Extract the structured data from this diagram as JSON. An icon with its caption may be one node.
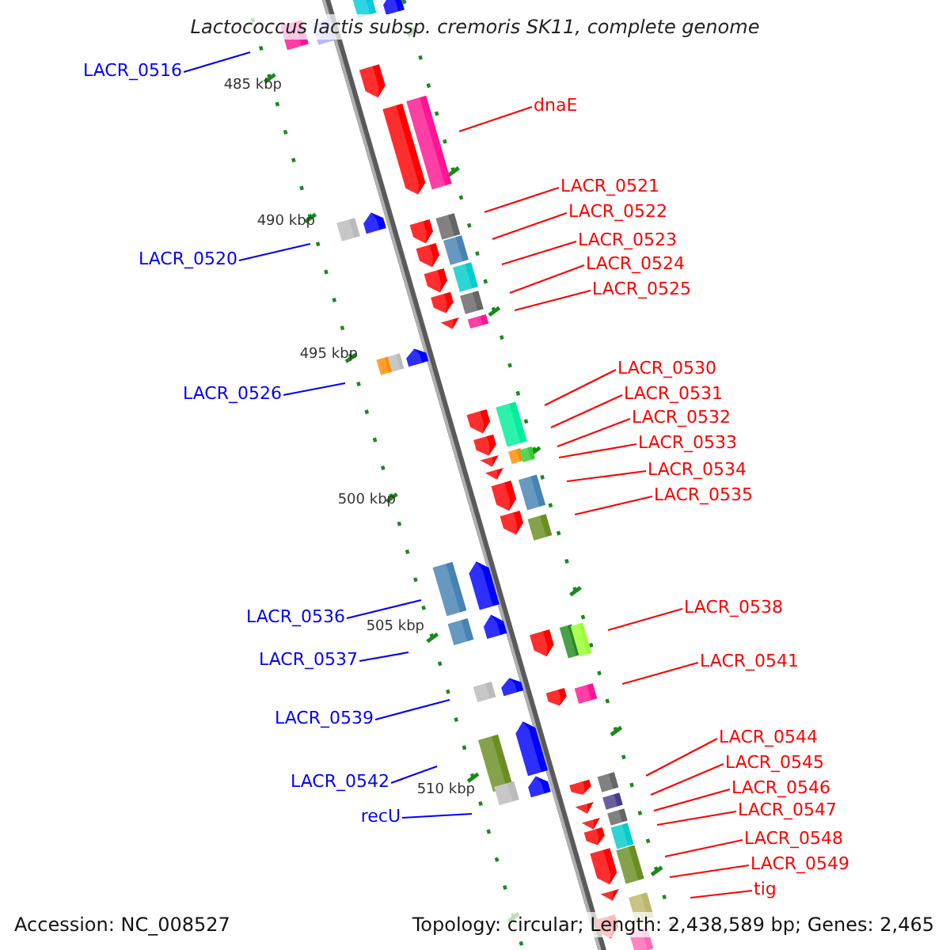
{
  "diagram": {
    "title": "Lactococcus lactis subsp. cremoris SK11, complete genome",
    "nodes": [
      {
        "text": [
          "LACR_0516"
        ]
      },
      {
        "text": [
          "dnaE"
        ]
      },
      {
        "text": [
          "LACR_0521"
        ]
      },
      {
        "text": [
          "LACR_0522"
        ]
      },
      {
        "text": [
          "LACR_0523"
        ]
      },
      {
        "text": [
          "LACR_0520"
        ]
      },
      {
        "text": [
          "LACR_0524"
        ]
      },
      {
        "text": [
          "LACR_0525"
        ]
      },
      {
        "text": [
          "LACR_0530"
        ]
      },
      {
        "text": [
          "LACR_0526"
        ]
      },
      {
        "text": [
          "LACR_0531"
        ]
      },
      {
        "text": [
          "LACR_0532"
        ]
      },
      {
        "text": [
          "LACR_0533"
        ]
      },
      {
        "text": [
          "LACR_0534"
        ]
      },
      {
        "text": [
          "LACR_0535"
        ]
      },
      {
        "text": [
          "LACR_0538"
        ]
      },
      {
        "text": [
          "LACR_0536"
        ]
      },
      {
        "text": [
          "LACR_0537"
        ]
      },
      {
        "text": [
          "LACR_0541"
        ]
      },
      {
        "text": [
          "LACR_0539"
        ]
      },
      {
        "text": [
          "LACR_0544"
        ]
      },
      {
        "text": [
          "LACR_0545"
        ]
      },
      {
        "text": [
          "LACR_0542"
        ]
      },
      {
        "text": [
          "LACR_0546"
        ]
      },
      {
        "text": [
          "LACR_0547"
        ]
      },
      {
        "text": [
          "recU"
        ]
      },
      {
        "text": [
          "LACR_0548"
        ]
      },
      {
        "text": [
          "LACR_0549"
        ]
      },
      {
        "text": [
          "tig"
        ]
      }
    ],
    "edges": [
      {
        "from": 0,
        "to": null,
        "arrow": "none",
        "color": "#0000ff"
      },
      {
        "from": 1,
        "to": null,
        "arrow": "none"
      },
      {
        "from": 2,
        "to": null,
        "arrow": "none"
      },
      {
        "from": 3,
        "to": null,
        "arrow": "none"
      },
      {
        "from": 4,
        "to": null,
        "arrow": "none"
      },
      {
        "from": 5,
        "to": null,
        "arrow": "none",
        "color": "#0000ff"
      },
      {
        "from": 6,
        "to": null,
        "arrow": "none"
      },
      {
        "from": 7,
        "to": null,
        "arrow": "none"
      },
      {
        "from": 8,
        "to": null,
        "arrow": "none"
      },
      {
        "from": 9,
        "to": null,
        "arrow": "none",
        "color": "#0000ff"
      },
      {
        "from": 10,
        "to": null,
        "arrow": "none"
      },
      {
        "from": 11,
        "to": null,
        "arrow": "none"
      },
      {
        "from": 12,
        "to": null,
        "arrow": "none"
      },
      {
        "from": 13,
        "to": null,
        "arrow": "none"
      },
      {
        "from": 14,
        "to": null,
        "arrow": "none"
      },
      {
        "from": 15,
        "to": null,
        "arrow": "none"
      },
      {
        "from": 16,
        "to": null,
        "arrow": "none",
        "color": "#0000ff"
      },
      {
        "from": 17,
        "to": null,
        "arrow": "none",
        "color": "#0000ff"
      },
      {
        "from": 18,
        "to": null,
        "arrow": "none"
      },
      {
        "from": 19,
        "to": null,
        "arrow": "none",
        "color": "#0000ff"
      },
      {
        "from": 20,
        "to": null,
        "arrow": "none"
      },
      {
        "from": 21,
        "to": null,
        "arrow": "none"
      },
      {
        "from": 22,
        "to": null,
        "arrow": "none",
        "color": "#0000ff"
      },
      {
        "from": 23,
        "to": null,
        "arrow": "none"
      },
      {
        "from": 24,
        "to": null,
        "arrow": "none"
      },
      {
        "from": 25,
        "to": null,
        "arrow": "none",
        "color": "#0000ff"
      },
      {
        "from": 26,
        "to": null,
        "arrow": "none"
      },
      {
        "from": 27,
        "to": null,
        "arrow": "none"
      },
      {
        "from": 28,
        "to": null,
        "arrow": "none"
      }
    ],
    "labels": [
      "485 kbp",
      "490 kbp",
      "495 kbp",
      "500 kbp",
      "505 kbp",
      "510 kbp",
      "Accession: NC_008527",
      "Topology: circular; Length: 2,438,589 bp; Genes: 2,465"
    ]
  }
}
